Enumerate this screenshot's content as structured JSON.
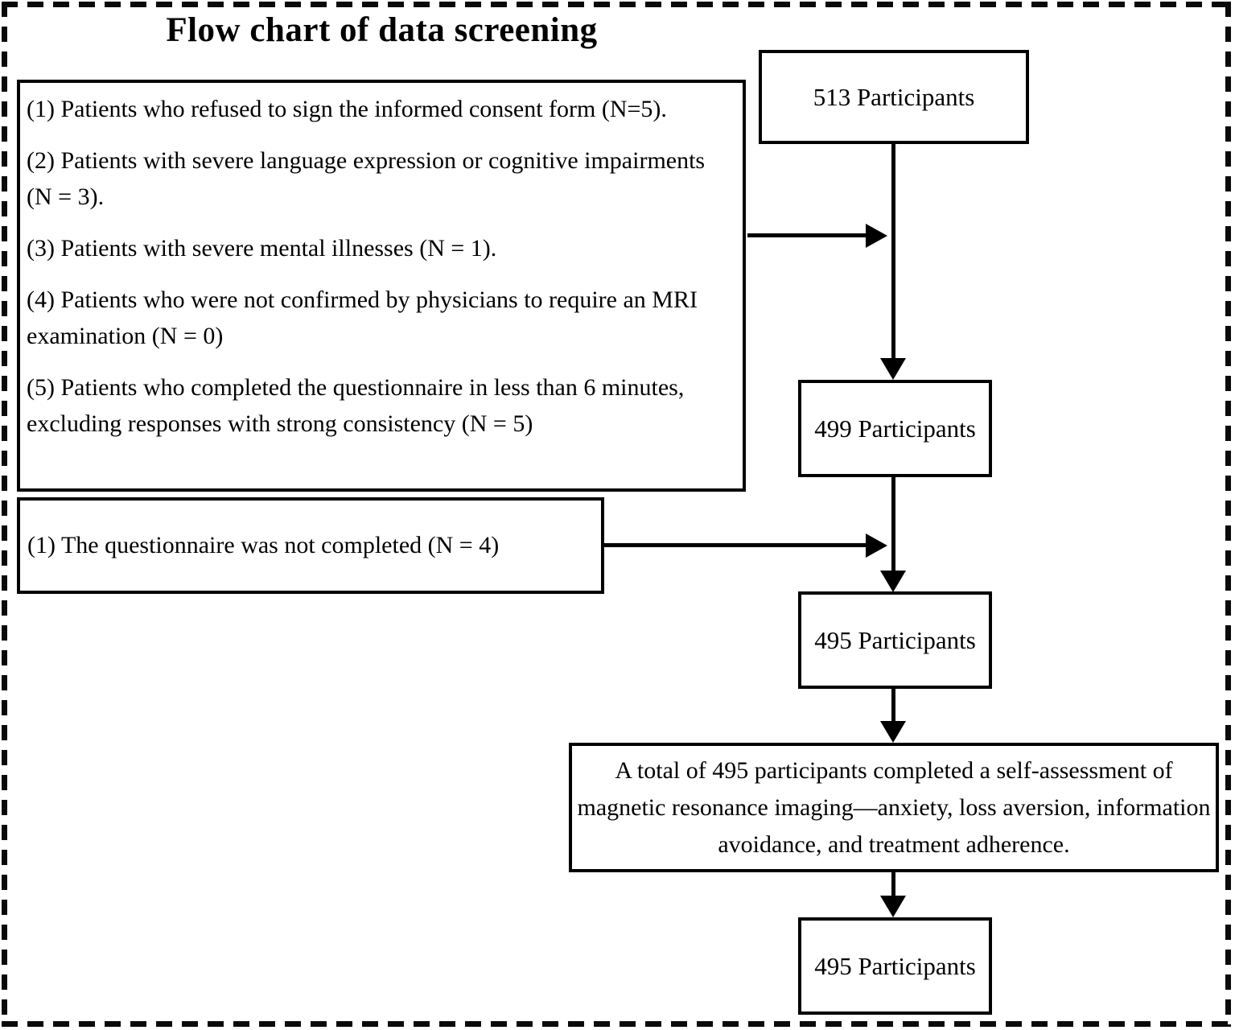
{
  "title": "Flow chart of data screening",
  "exclusion_box_top": {
    "items": [
      "(1) Patients who refused to sign the informed consent form (N=5).",
      "(2) Patients with severe language expression or cognitive impairments (N = 3).",
      "(3) Patients with severe mental illnesses (N = 1).",
      "(4) Patients who were not confirmed by physicians to require an MRI examination (N = 0)",
      "(5) Patients who completed the questionnaire in less than 6 minutes, excluding responses with strong consistency (N = 5)"
    ]
  },
  "exclusion_box_bottom": {
    "text": "(1) The questionnaire was not completed (N = 4)"
  },
  "flow": {
    "start_box": "513 Participants",
    "after_first_screening_box": "499 Participants",
    "after_second_screening_box": "495 Participants",
    "summary_box": "A total of 495 participants completed a self-assessment of magnetic resonance imaging—anxiety, loss aversion, information avoidance, and treatment adherence.",
    "final_box": "495 Participants"
  },
  "colors": {
    "line": "#000000",
    "text": "#000000",
    "background": "#ffffff"
  }
}
